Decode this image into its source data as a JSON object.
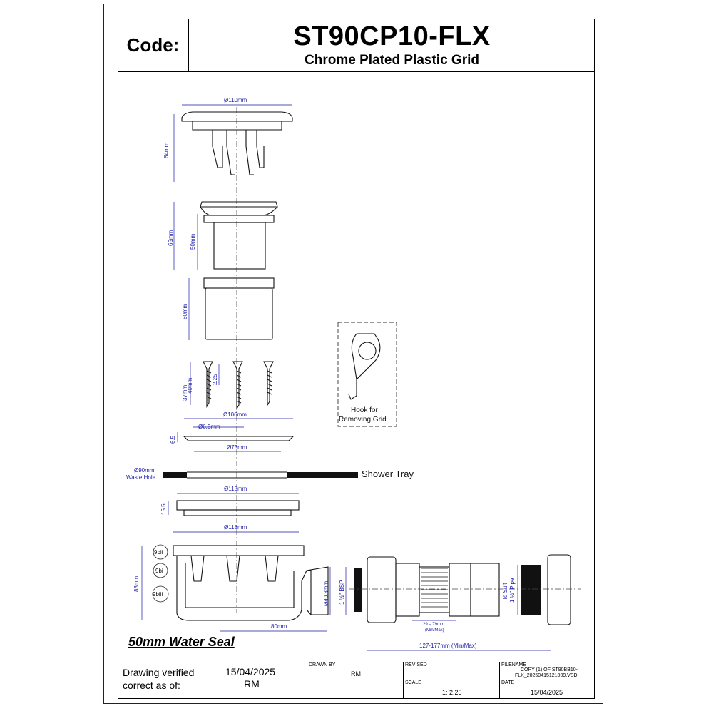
{
  "header": {
    "code_label": "Code:",
    "code": "ST90CP10-FLX",
    "subtitle": "Chrome Plated Plastic Grid"
  },
  "dimensions": {
    "grid_dia": "Ø110mm",
    "grid_height": "64mm",
    "body_height": "65mm",
    "body_inner": "50mm",
    "sleeve_height": "60mm",
    "screw_len1": "37mm",
    "screw_len2": "40mm",
    "screw_dia": "2.25",
    "flange_dia": "Ø106mm",
    "hole_dia": "Ø6.5mm",
    "flange_thick": "6.5",
    "flange_inner": "Ø73mm",
    "waste_hole_1": "Ø90mm",
    "waste_hole_2": "Waste Hole",
    "shower_tray": "Shower Tray",
    "backnut_dia": "Ø115mm",
    "backnut_h": "15.5",
    "trap_dia": "Ø118mm",
    "trap_height": "83mm",
    "outlet_dia": "Ø40.3mm",
    "bsp": "1 ½\" BSP",
    "outlet_len": "80mm",
    "flex_range_1": "29 – 79mm",
    "flex_range_2": "(Min/Max)",
    "total_range": "127-177mm (Min/Max)",
    "to_suit_1": "To Suit",
    "to_suit_2": "1 ½\" Pipe",
    "part_9bii": "9bii",
    "part_9bi": "9bi",
    "part_9biii": "9biii",
    "hook_1": "Hook for",
    "hook_2": "Removing Grid"
  },
  "water_seal": "50mm Water Seal",
  "title_block": {
    "verified_1": "Drawing verified",
    "verified_2": "correct as of:",
    "verified_date": "15/04/2025",
    "verified_by": "RM",
    "drawn_by_label": "DRAWN BY",
    "drawn_by": "RM",
    "revised_label": "REVISED",
    "revised": "",
    "filename_label": "FILENAME",
    "filename_1": "COPY (1) OF ST90BB10-",
    "filename_2": "FLX_20250415121009.VSD",
    "scale_label": "SCALE",
    "scale": "1: 2.25",
    "date_label": "DATE",
    "date": "15/04/2025"
  },
  "colors": {
    "dimension": "#1a1aa8",
    "ink": "#111111"
  }
}
